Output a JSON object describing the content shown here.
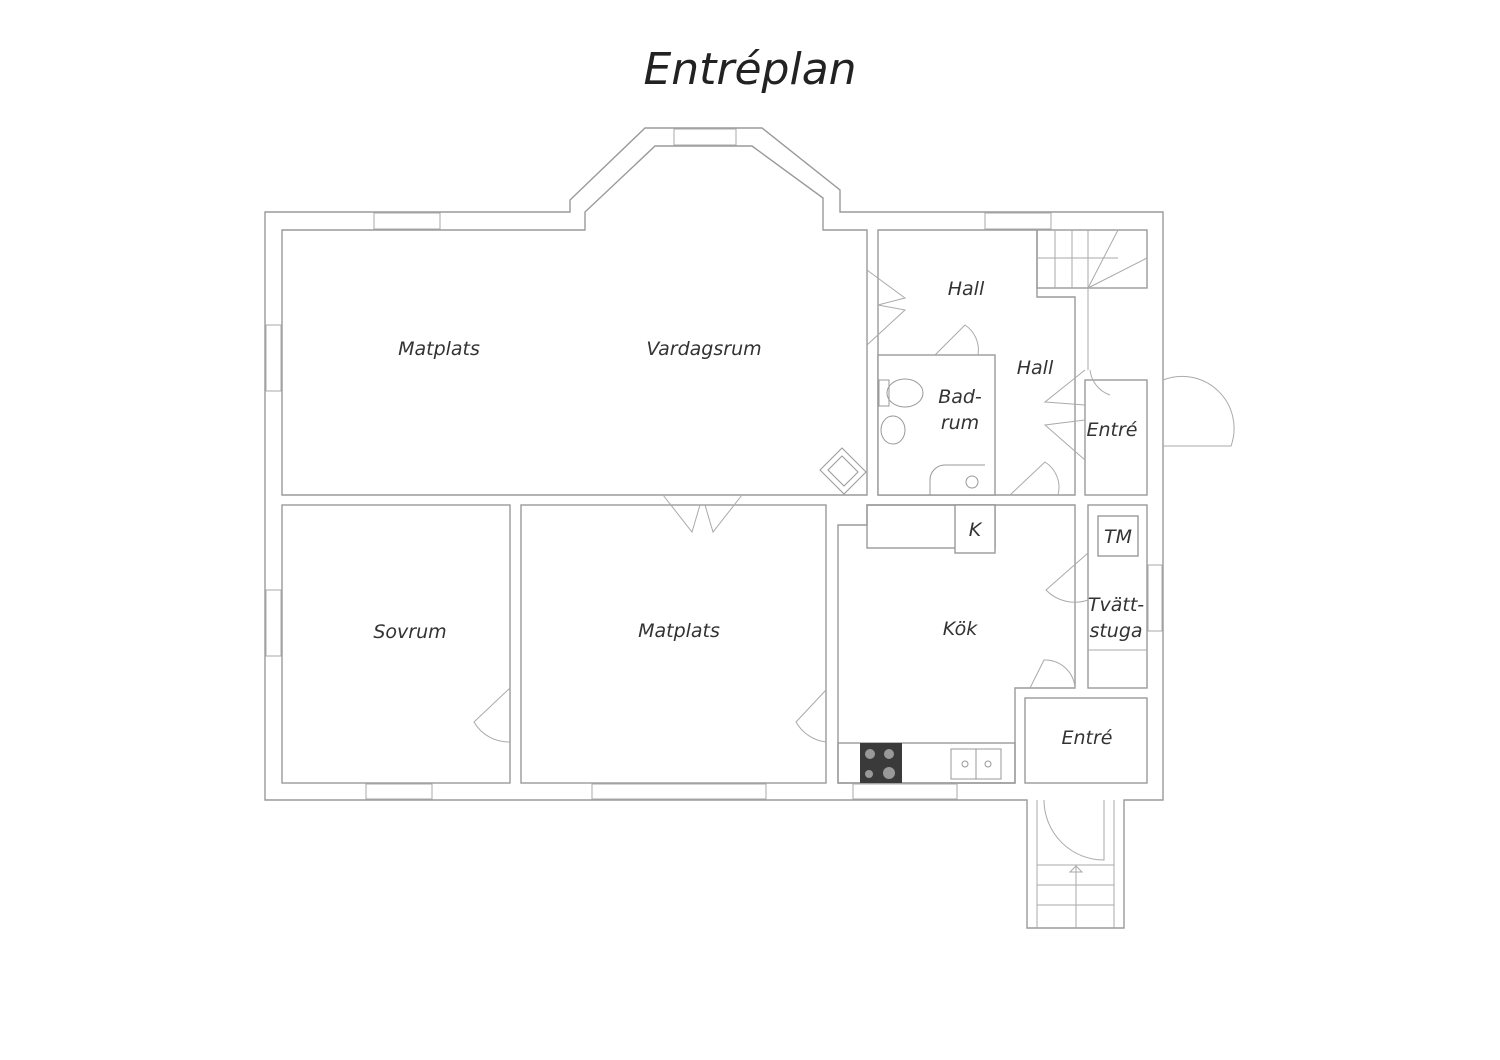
{
  "title": "Entréplan",
  "rooms": {
    "matplats_top": "Matplats",
    "vardagsrum": "Vardagsrum",
    "hall_top": "Hall",
    "hall_mid": "Hall",
    "badrum_1": "Bad-",
    "badrum_2": "rum",
    "entre_upper": "Entré",
    "sovrum": "Sovrum",
    "matplats_bottom": "Matplats",
    "kok": "Kök",
    "tvattstuga_1": "Tvätt-",
    "tvattstuga_2": "stuga",
    "entre_lower": "Entré"
  },
  "fixtures": {
    "k": "K",
    "tm": "TM"
  },
  "colors": {
    "wall": "#9a9a9a",
    "stove": "#3a3a3a"
  }
}
